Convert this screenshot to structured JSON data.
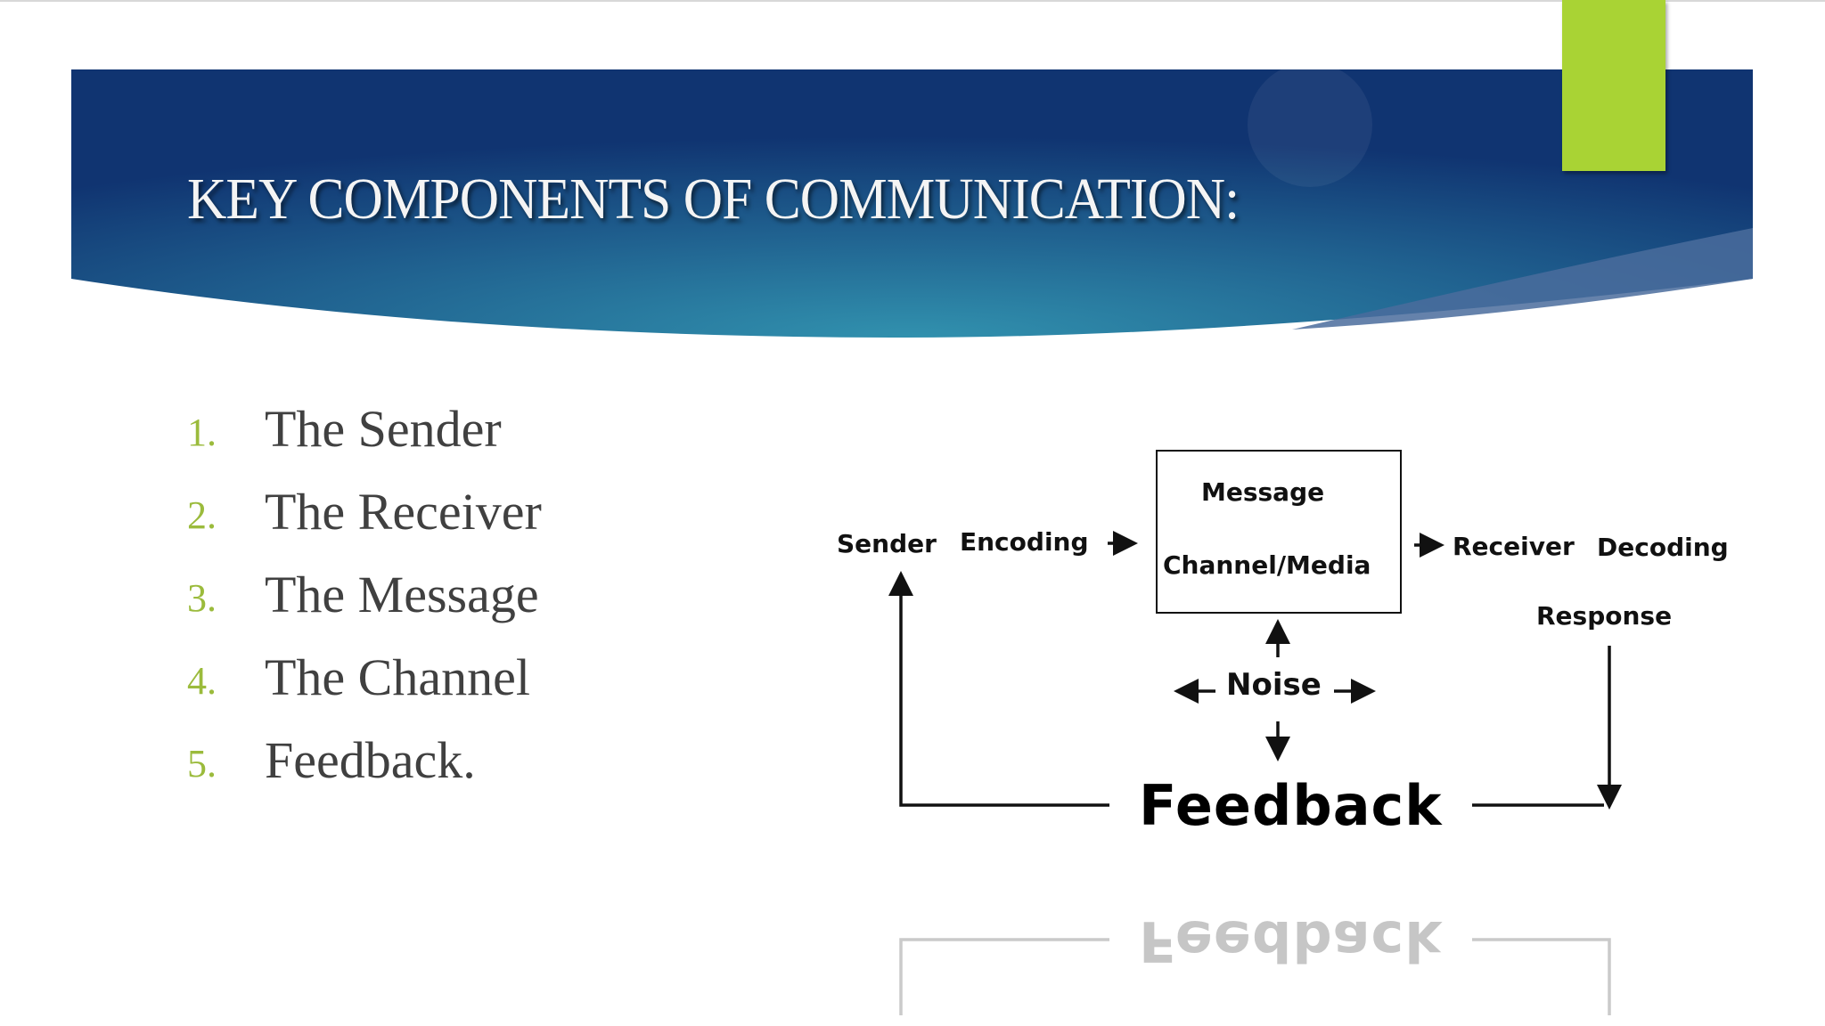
{
  "slide": {
    "title": "KEY COMPONENTS OF COMMUNICATION:",
    "colors": {
      "banner_dark": "#0f3370",
      "banner_light": "#2f8fae",
      "accent": "#a9d334",
      "list_number": "#9bbb3c",
      "list_text": "#404040"
    }
  },
  "list": [
    {
      "number": "1.",
      "text": "The Sender"
    },
    {
      "number": "2.",
      "text": "The Receiver"
    },
    {
      "number": "3.",
      "text": "The Message"
    },
    {
      "number": "4.",
      "text": "The Channel"
    },
    {
      "number": "5.",
      "text": "Feedback."
    }
  ],
  "diagram": {
    "sender": "Sender",
    "encoding": "Encoding",
    "message": "Message",
    "channel": "Channel/Media",
    "receiver": "Receiver",
    "decoding": "Decoding",
    "response": "Response",
    "noise": "Noise",
    "feedback": "Feedback"
  }
}
